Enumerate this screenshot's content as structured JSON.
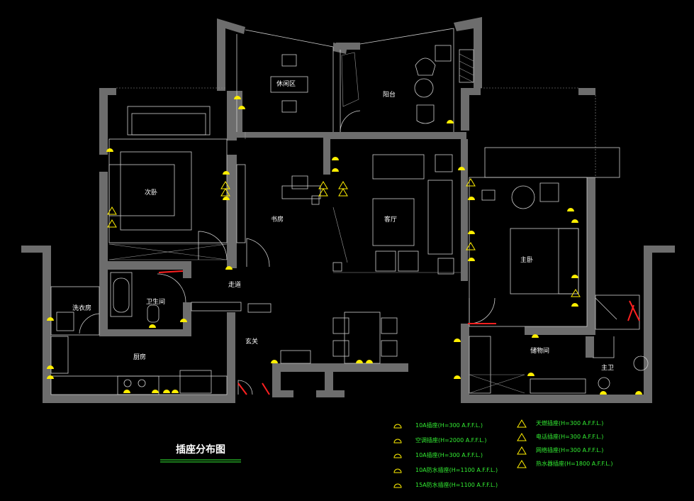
{
  "rooms": {
    "leisure": "休闲区",
    "balcony": "阳台",
    "second_bedroom": "次卧",
    "study": "书房",
    "living_room": "客厅",
    "master_bedroom": "主卧",
    "corridor": "走道",
    "bathroom": "卫生间",
    "laundry": "洗衣房",
    "foyer": "玄关",
    "storage": "储物间",
    "kitchen": "厨房",
    "master_bath": "主卫"
  },
  "title": "插座分布图",
  "legend": {
    "left": [
      "10A插座(H=300 A.F.F.L.)",
      "空调插座(H=2000 A.F.F.L.)",
      "10A插座(H=300 A.F.F.L.)",
      "10A防水插座(H=1100 A.F.F.L.)",
      "15A防水插座(H=1100 A.F.F.L.)"
    ],
    "right": [
      "天燃插座(H=300 A.F.F.L.)",
      "电话插座(H=300 A.F.F.L.)",
      "网络插座(H=300 A.F.F.L.)",
      "热水器插座(H=1800 A.F.F.L.)"
    ]
  },
  "colors": {
    "background": "#000000",
    "wall": "#6d6d6d",
    "socket": "#ffee00",
    "legend_text": "#33ee33",
    "door_accent": "#ff2020"
  }
}
